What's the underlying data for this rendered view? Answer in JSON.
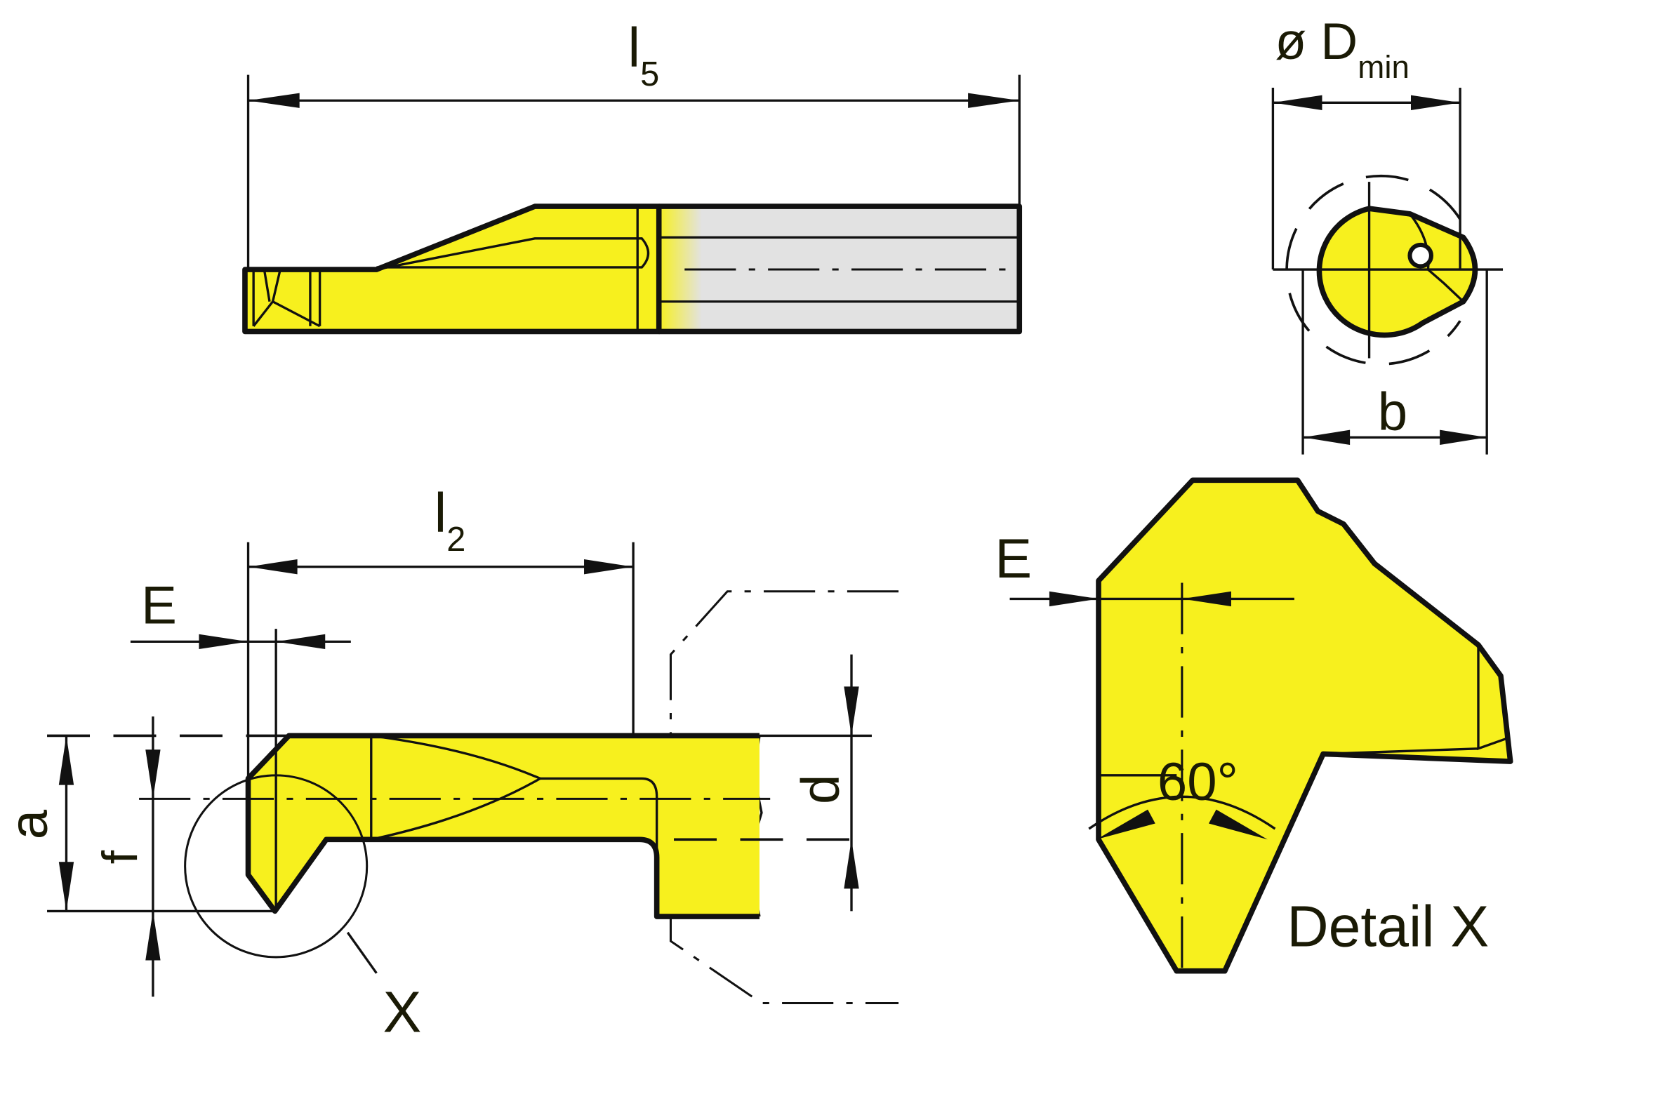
{
  "colors": {
    "insert_yellow": "#f7f01e",
    "shank_gray": "#e2e2e2",
    "line": "#111111",
    "label_text": "#1a1a05"
  },
  "labels": {
    "l5": {
      "main": "l",
      "sub": "5"
    },
    "dmin": {
      "prefix": "ø D",
      "sub": "min"
    },
    "b": "b",
    "l2": {
      "main": "l",
      "sub": "2"
    },
    "e_front": "E",
    "a": "a",
    "f": "f",
    "d": "d",
    "x": "X",
    "e_detail": "E",
    "angle": "60°",
    "detail_title": "Detail X"
  }
}
